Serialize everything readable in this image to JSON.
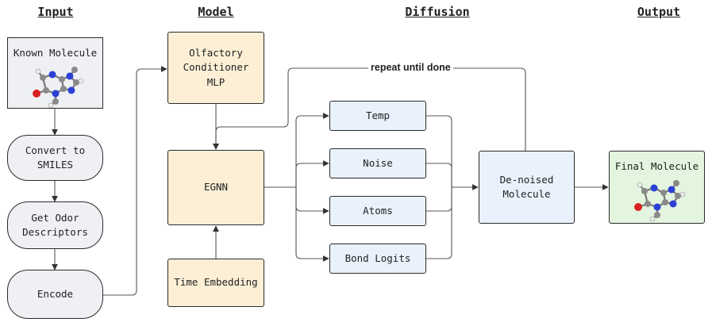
{
  "headers": {
    "input": "Input",
    "model": "Model",
    "diffusion": "Diffusion",
    "output": "Output"
  },
  "input": {
    "known_molecule": "Known Molecule",
    "convert": "Convert to\nSMILES",
    "odor": "Get Odor\nDescriptors",
    "encode": "Encode"
  },
  "model": {
    "olfactory": "Olfactory\nConditioner\nMLP",
    "egnn": "EGNN",
    "time": "Time Embedding"
  },
  "diffusion": {
    "loop_label": "repeat until done",
    "outputs": [
      "Temp",
      "Noise",
      "Atoms",
      "Bond Logits"
    ],
    "denoised": "De-noised\nMolecule"
  },
  "output": {
    "final": "Final Molecule"
  },
  "colors": {
    "input_fill": "#eef0f3",
    "model_fill": "#fcefd6",
    "diffusion_fill": "#e9f1fd",
    "output_fill": "#e3f5df",
    "atom_carbon": "#8a8a8a",
    "atom_nitrogen": "#2c3fd6",
    "atom_oxygen": "#d92020",
    "atom_hydrogen": "#ececec"
  },
  "icons": [
    "caffeine-molecule-icon"
  ]
}
